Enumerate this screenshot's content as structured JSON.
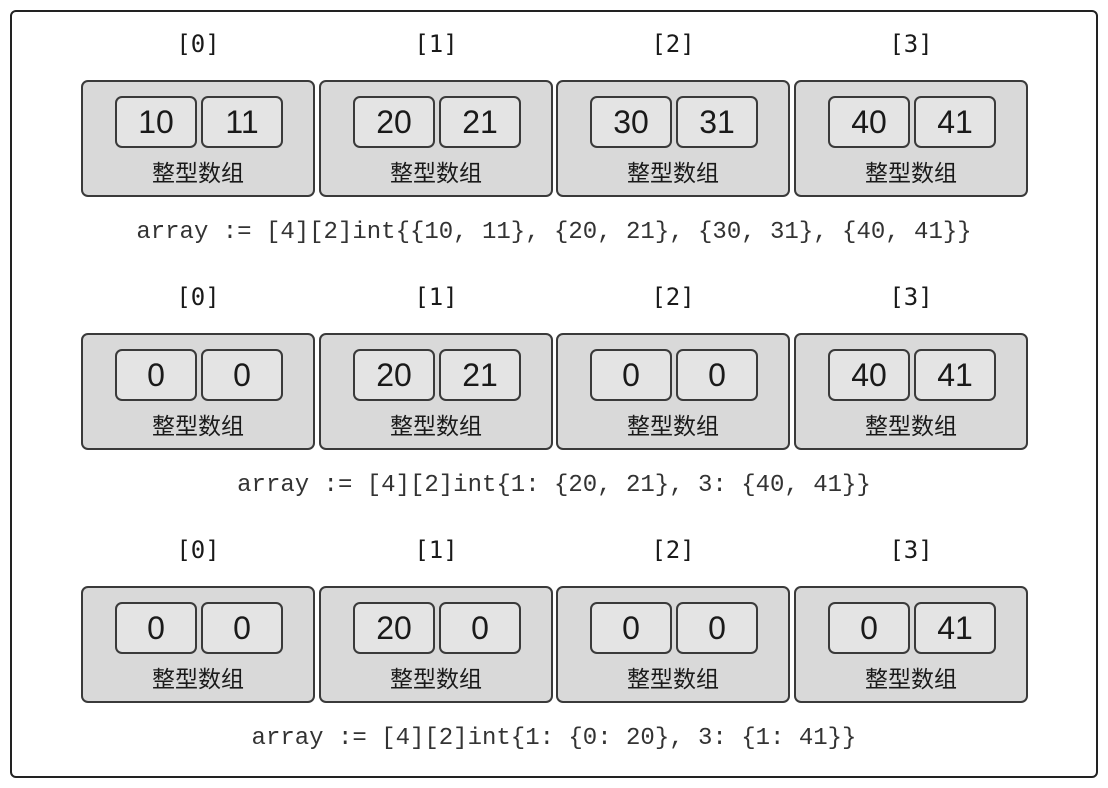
{
  "type_label": "整型数组",
  "sections": [
    {
      "indices": [
        "[0]",
        "[1]",
        "[2]",
        "[3]"
      ],
      "elements": [
        [
          "10",
          "11"
        ],
        [
          "20",
          "21"
        ],
        [
          "30",
          "31"
        ],
        [
          "40",
          "41"
        ]
      ],
      "code": "array := [4][2]int{{10, 11}, {20, 21}, {30, 31}, {40, 41}}"
    },
    {
      "indices": [
        "[0]",
        "[1]",
        "[2]",
        "[3]"
      ],
      "elements": [
        [
          "0",
          "0"
        ],
        [
          "20",
          "21"
        ],
        [
          "0",
          "0"
        ],
        [
          "40",
          "41"
        ]
      ],
      "code": "array := [4][2]int{1: {20, 21}, 3: {40, 41}}"
    },
    {
      "indices": [
        "[0]",
        "[1]",
        "[2]",
        "[3]"
      ],
      "elements": [
        [
          "0",
          "0"
        ],
        [
          "20",
          "0"
        ],
        [
          "0",
          "0"
        ],
        [
          "0",
          "41"
        ]
      ],
      "code": "array := [4][2]int{1: {0: 20}, 3: {1: 41}}"
    }
  ]
}
